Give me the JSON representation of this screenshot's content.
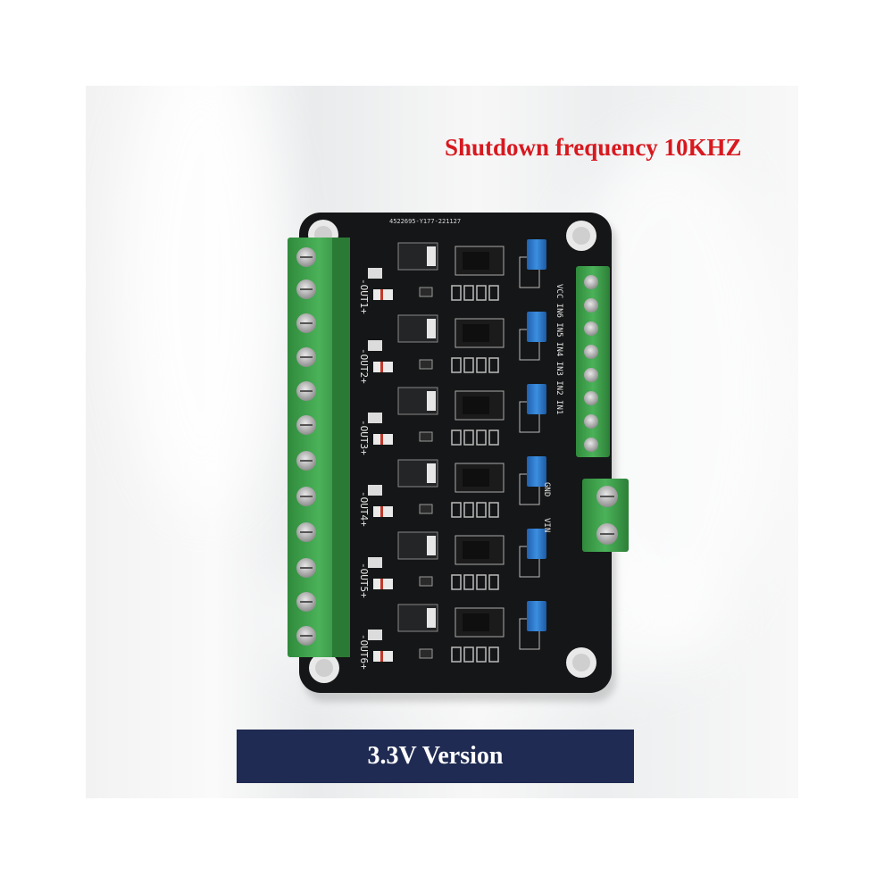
{
  "headline": "Shutdown frequency 10KHZ",
  "caption": "3.3V Version",
  "board": {
    "serial": "4522695-Y177-221127",
    "output_labels": [
      "-OUT1+",
      "-OUT2+",
      "-OUT3+",
      "-OUT4+",
      "-OUT5+",
      "-OUT6+"
    ],
    "input_header_label": "VCC IN6 IN5 IN4 IN3 IN2 IN1",
    "power_labels": [
      "VIN",
      "GND"
    ],
    "channel_count": 6
  },
  "colors": {
    "headline": "#d7191f",
    "caption_background": "#1f2b52",
    "pcb": "#151617",
    "terminal_green": "#3c9a47",
    "jumper_blue": "#2a74c4"
  }
}
